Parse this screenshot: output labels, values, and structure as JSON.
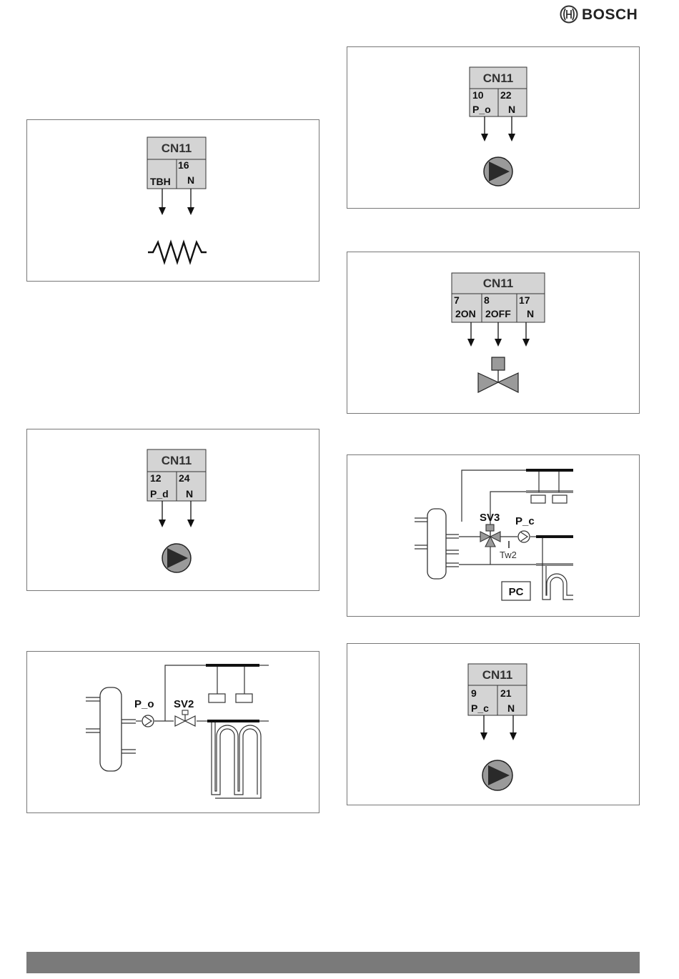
{
  "brand": {
    "name": "BOSCH",
    "logo_icon": "bosch-armature-icon"
  },
  "diagrams": {
    "tbh": {
      "connector": "CN11",
      "pins": [
        {
          "num": "",
          "name": "TBH"
        },
        {
          "num": "16",
          "name": "N"
        }
      ],
      "device": "heater-resistor-icon"
    },
    "p_d": {
      "connector": "CN11",
      "pins": [
        {
          "num": "12",
          "name": "P_d"
        },
        {
          "num": "24",
          "name": "N"
        }
      ],
      "device": "pump-icon"
    },
    "p_o": {
      "connector": "CN11",
      "pins": [
        {
          "num": "10",
          "name": "P_o"
        },
        {
          "num": "22",
          "name": "N"
        }
      ],
      "device": "pump-icon"
    },
    "sv2_valve": {
      "connector": "CN11",
      "pins": [
        {
          "num": "7",
          "name": "2ON"
        },
        {
          "num": "8",
          "name": "2OFF"
        },
        {
          "num": "17",
          "name": "N"
        }
      ],
      "device": "two-way-valve-icon"
    },
    "p_c": {
      "connector": "CN11",
      "pins": [
        {
          "num": "9",
          "name": "P_c"
        },
        {
          "num": "21",
          "name": "N"
        }
      ],
      "device": "pump-icon"
    },
    "schematic_sv2": {
      "pump_label": "P_o",
      "valve_label": "SV2"
    },
    "schematic_sv3": {
      "valve_label": "SV3",
      "pump_label": "P_c",
      "sensor_label": "Tw2",
      "box_label": "PC"
    }
  },
  "colors": {
    "connector_fill": "#d4d4d4",
    "pump_fill": "#9a9a9a",
    "pump_arrow": "#2a2a2a",
    "footer": "#7a7a7a"
  }
}
